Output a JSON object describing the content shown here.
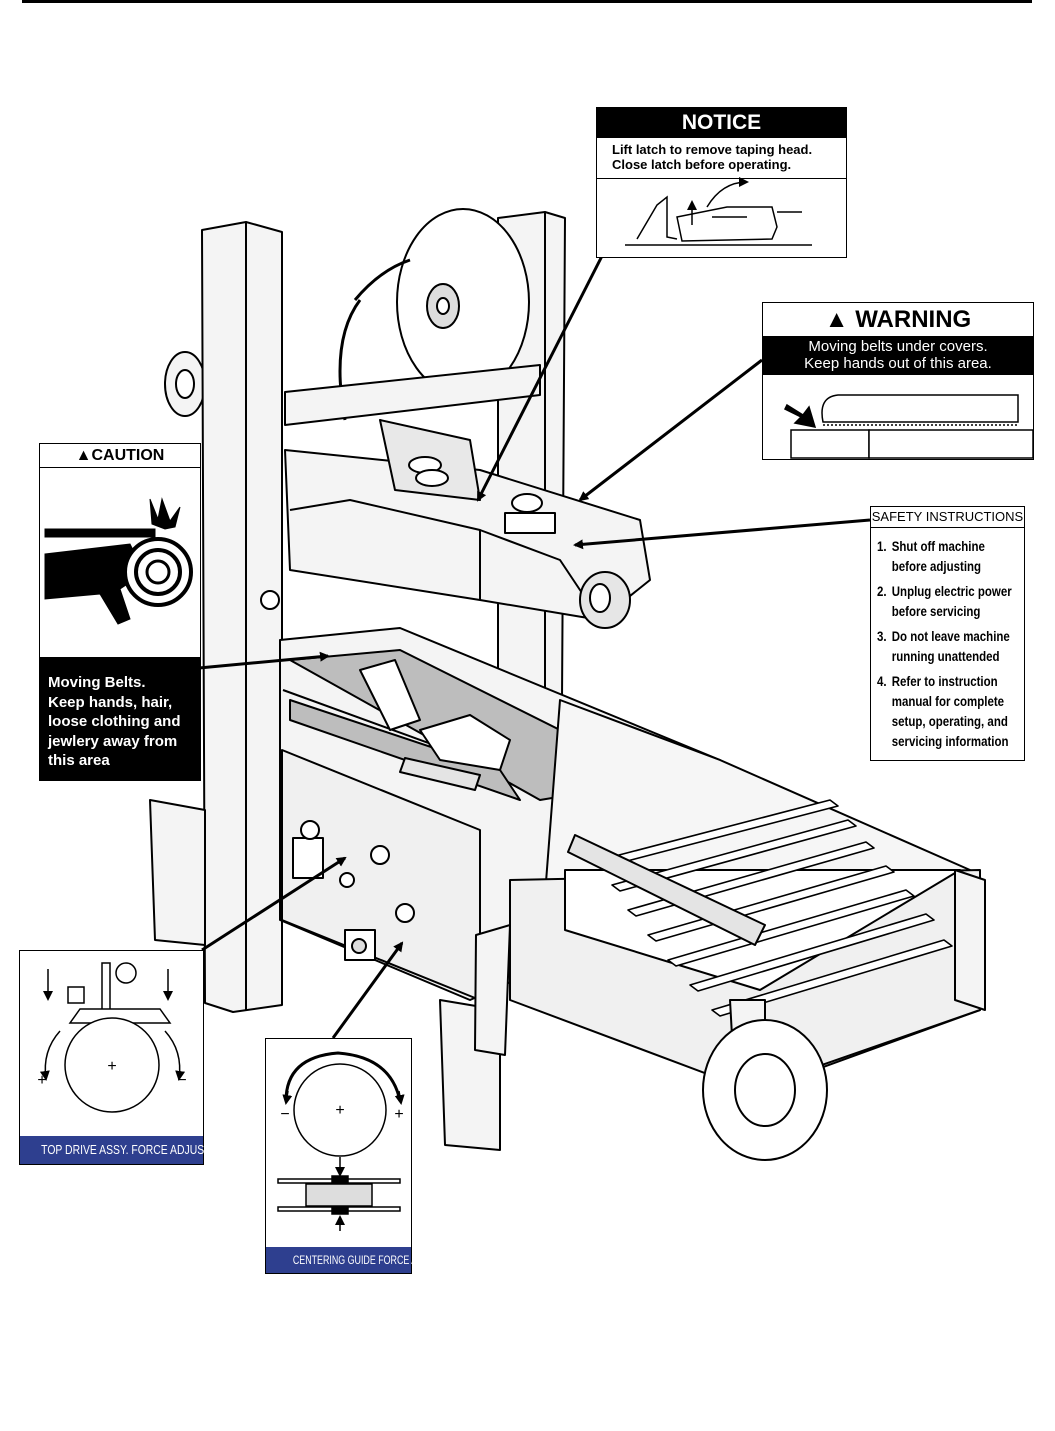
{
  "notice": {
    "title": "NOTICE",
    "line1": "Lift latch to remove taping head.",
    "line2": "Close latch before operating."
  },
  "warning": {
    "title": "WARNING",
    "line1": "Moving belts under covers.",
    "line2": "Keep hands out of this area."
  },
  "caution": {
    "title": "CAUTION",
    "lines": [
      "Moving Belts.",
      "Keep hands, hair,",
      "loose clothing and",
      "jewlery away from",
      "this area"
    ]
  },
  "safety": {
    "title": "SAFETY INSTRUCTIONS",
    "items": [
      {
        "num": "1.",
        "lines": [
          "Shut off machine",
          "before adjusting"
        ]
      },
      {
        "num": "2.",
        "lines": [
          "Unplug electric power",
          "before servicing"
        ]
      },
      {
        "num": "3.",
        "lines": [
          "Do not leave machine",
          "running unattended"
        ]
      },
      {
        "num": "4.",
        "lines": [
          "Refer to instruction",
          "manual for complete",
          "setup, operating, and",
          "servicing information"
        ]
      }
    ]
  },
  "top_drive": {
    "caption": "TOP DRIVE ASSY. FORCE ADJUST",
    "center_mark": "+",
    "left_sign": "+",
    "right_sign": "−"
  },
  "centering": {
    "caption": "CENTERING GUIDE FORCE ADJUST",
    "center_mark": "+",
    "left_sign": "−",
    "right_sign": "+"
  },
  "colors": {
    "caption_blue": "#2e3f8f",
    "machine_fill": "#f2f2f2",
    "line": "#000000"
  }
}
